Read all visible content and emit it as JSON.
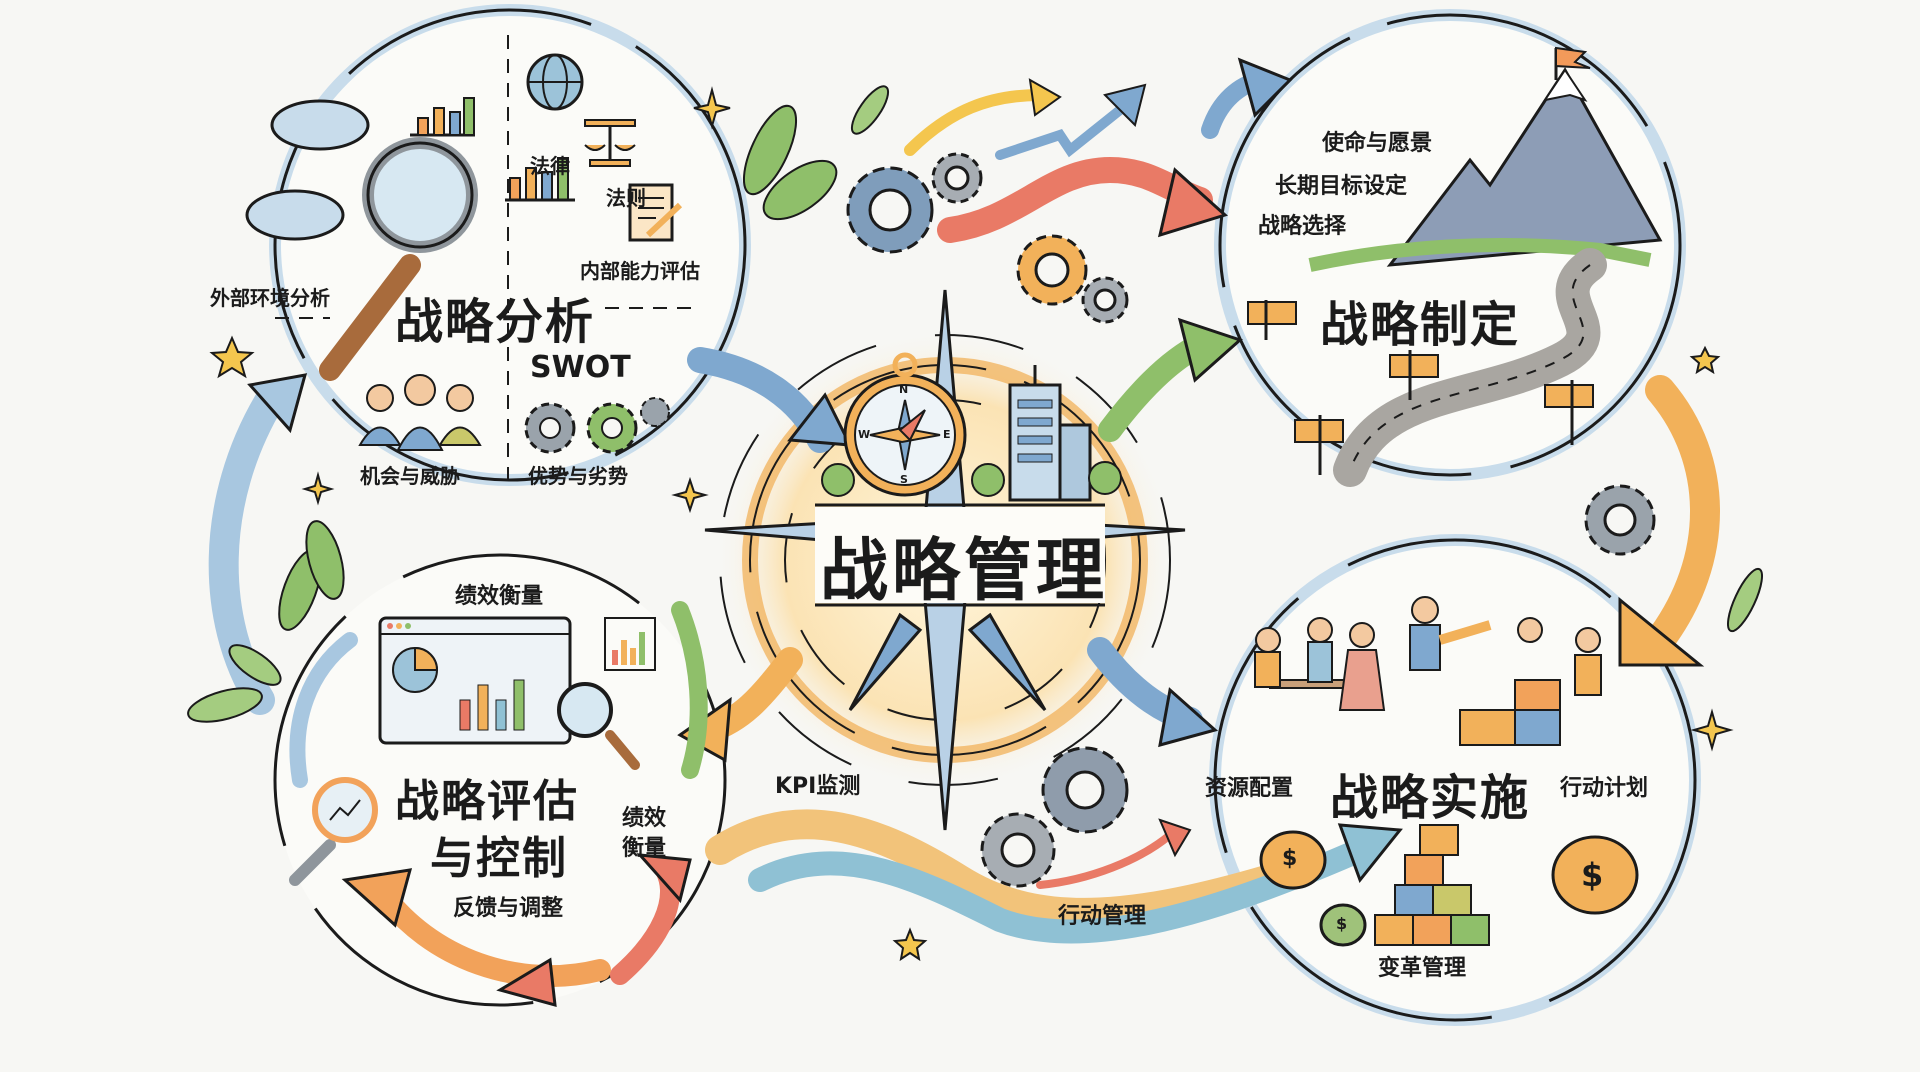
{
  "center": {
    "title": "战略管理",
    "compass_letters": {
      "n": "N",
      "s": "S",
      "e": "E",
      "w": "W"
    }
  },
  "quadrants": {
    "analysis": {
      "title": "战略分析",
      "labels": {
        "external": "外部环境分析",
        "law": "法律",
        "rules": "法则",
        "internal": "内部能力评估",
        "swot": "SWOT",
        "opportunities": "机会与威胁",
        "strengths": "优势与劣势"
      }
    },
    "formulation": {
      "title": "战略制定",
      "labels": {
        "mission": "使命与愿景",
        "goals": "长期目标设定",
        "choice": "战略选择"
      }
    },
    "implementation": {
      "title": "战略实施",
      "labels": {
        "resources": "资源配置",
        "action_plan": "行动计划",
        "change": "变革管理",
        "dollar": "$"
      }
    },
    "evaluation": {
      "title_line1": "战略评估",
      "title_line2": "与控制",
      "labels": {
        "performance_top": "绩效衡量",
        "performance_side_1": "绩效",
        "performance_side_2": "衡量",
        "feedback": "反馈与调整"
      }
    }
  },
  "flow_labels": {
    "kpi": "KPI监测",
    "action_mgmt": "行动管理"
  },
  "colors": {
    "background": "#f7f7f4",
    "outline": "#1b1b1b",
    "blue": "#7fa8cf",
    "light_blue": "#c8dceb",
    "orange": "#f2b15a",
    "red": "#e97a66",
    "green": "#8fbf6a",
    "gray": "#9aa3ab",
    "yellow": "#f4c64e"
  }
}
